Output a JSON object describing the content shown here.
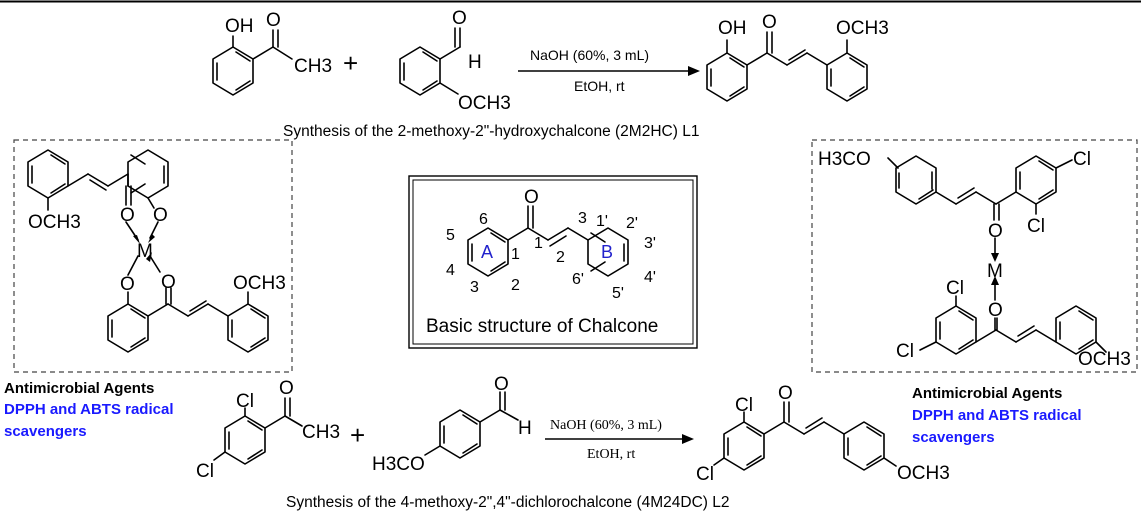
{
  "top_reaction": {
    "reactant1_oh": "OH",
    "reactant1_o": "O",
    "reactant1_ch3": "CH3",
    "plus": "+",
    "reactant2_o": "O",
    "reactant2_h": "H",
    "reactant2_och3": "OCH3",
    "condition_top": "NaOH (60%, 3 mL)",
    "condition_bottom": "EtOH, rt",
    "product_oh": "OH",
    "product_o": "O",
    "product_och3": "OCH3",
    "caption": "Synthesis of the 2-methoxy-2\"-hydroxychalcone (2M2HC) L1"
  },
  "left_complex": {
    "och3_top": "OCH3",
    "o_carbonyl_top": "O",
    "o_phenol_top": "O",
    "metal": "M",
    "o_phenol_bottom": "O",
    "o_carbonyl_bottom": "O",
    "och3_bottom": "OCH3",
    "label_1": "Antimicrobial Agents",
    "label_2": "DPPH and ABTS radical",
    "label_3": "scavengers"
  },
  "center_box": {
    "n6": "6",
    "n1c": "1",
    "n3": "3",
    "n5": "5",
    "nA": "A",
    "n1": "1",
    "n2": "2",
    "n4": "4",
    "n3b": "3",
    "n1p": "1'",
    "n2p": "2'",
    "n3p": "3'",
    "nB": "B",
    "n4p": "4'",
    "n6p": "6'",
    "n5p": "5'",
    "o": "O",
    "caption": "Basic structure of Chalcone"
  },
  "right_complex": {
    "h3co_top": "H3CO",
    "cl_top1": "Cl",
    "o_top": "O",
    "cl_top2": "Cl",
    "metal": "M",
    "o_bottom": "O",
    "cl_bottom1": "Cl",
    "cl_bottom2": "Cl",
    "och3_bottom": "OCH3",
    "label_1": "Antimicrobial Agents",
    "label_2": "DPPH and ABTS radical",
    "label_3": "scavengers"
  },
  "bottom_reaction": {
    "r1_cl1": "Cl",
    "r1_o": "O",
    "r1_ch3": "CH3",
    "r1_cl2": "Cl",
    "plus": "+",
    "r2_o": "O",
    "r2_h": "H",
    "r2_h3co": "H3CO",
    "condition_top": "NaOH (60%, 3 mL)",
    "condition_bottom": "EtOH, rt",
    "p_cl1": "Cl",
    "p_o": "O",
    "p_cl2": "Cl",
    "p_och3": "OCH3",
    "caption": "Synthesis of the 4-methoxy-2\",4\"-dichlorochalcone (4M24DC) L2"
  }
}
